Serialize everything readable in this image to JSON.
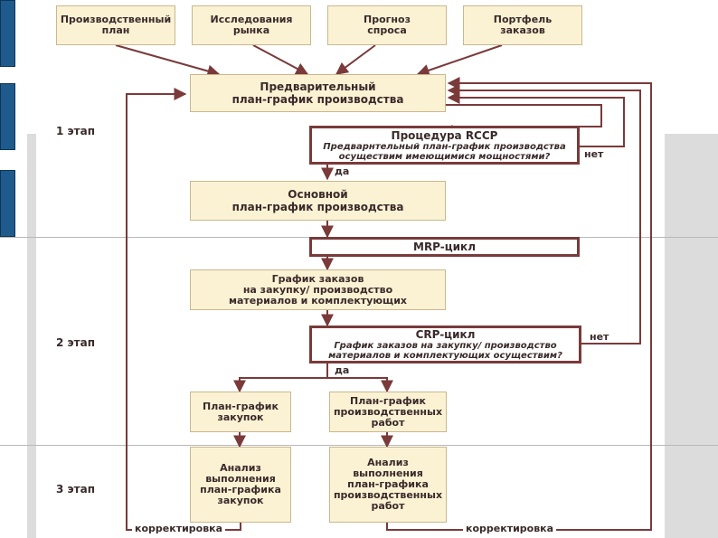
{
  "inputs": [
    {
      "lines": [
        "Производственный",
        "план"
      ]
    },
    {
      "lines": [
        "Исследования",
        "рынка"
      ]
    },
    {
      "lines": [
        "Прогноз",
        "спроса"
      ]
    },
    {
      "lines": [
        "Портфель",
        "заказов"
      ]
    }
  ],
  "preliminary": {
    "lines": [
      "Предварительный",
      "план-график производства"
    ]
  },
  "rccp": {
    "title": "Процедура RCCP",
    "lines": [
      "Предварнтельный план-график производства",
      "осуществим имеющимися мощностями?"
    ]
  },
  "master": {
    "lines": [
      "Основной",
      "план-график производства"
    ]
  },
  "mrp": {
    "title": "MRP-цикл"
  },
  "orders": {
    "lines": [
      "График заказов",
      "на закупку/ производство",
      "материалов и комплектующих"
    ]
  },
  "crp": {
    "title": "CRP-цикл",
    "lines": [
      "График заказов на закупку/ производство",
      "материалов и комплектующих осуществим?"
    ]
  },
  "purchase_plan": {
    "lines": [
      "План-график",
      "закупок"
    ]
  },
  "production_plan": {
    "lines": [
      "План-график",
      "производственных",
      "работ"
    ]
  },
  "purchase_analysis": {
    "lines": [
      "Анализ",
      "выполнения",
      "план-графика",
      "закупок"
    ]
  },
  "production_analysis": {
    "lines": [
      "Анализ",
      "выполнения",
      "план-графика",
      "производственных",
      "работ"
    ]
  },
  "labels": {
    "yes": "да",
    "no": "нет",
    "correction": "корректировка"
  },
  "stages": [
    "1 этап",
    "2 этап",
    "3 этап"
  ],
  "colors": {
    "box_fill": "#fbf2d4",
    "box_border": "#c9b78f",
    "process_border": "#7a3a3a",
    "arrow": "#7a3a3a",
    "side_tab": "#1e5b8c"
  }
}
